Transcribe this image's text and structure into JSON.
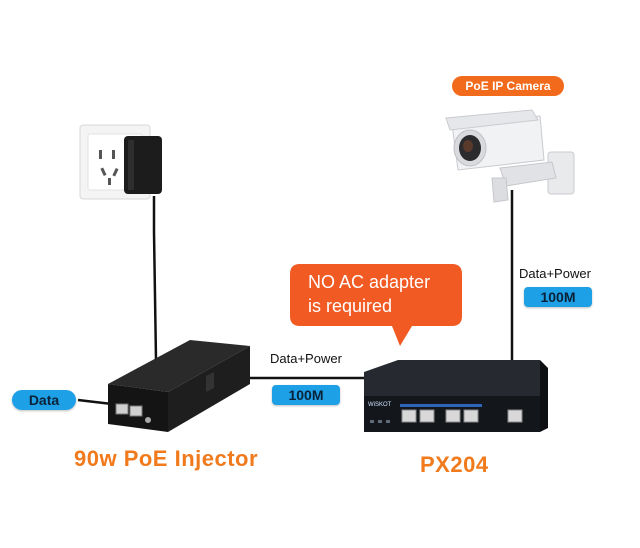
{
  "labels": {
    "camera": "PoE IP Camera",
    "data_power_right": "Data+Power",
    "speed_right": "100M",
    "data_power_mid": "Data+Power",
    "speed_mid": "100M",
    "data_left": "Data",
    "callout_line1": "NO AC adapter",
    "callout_line2": "is  required",
    "injector_caption": "90w PoE Injector",
    "switch_caption": "PX204",
    "switch_brand": "WiSKOT"
  },
  "colors": {
    "accent_orange": "#f07a1c",
    "pill_blue": "#1ea0e6",
    "callout_orange": "#f15a22"
  }
}
